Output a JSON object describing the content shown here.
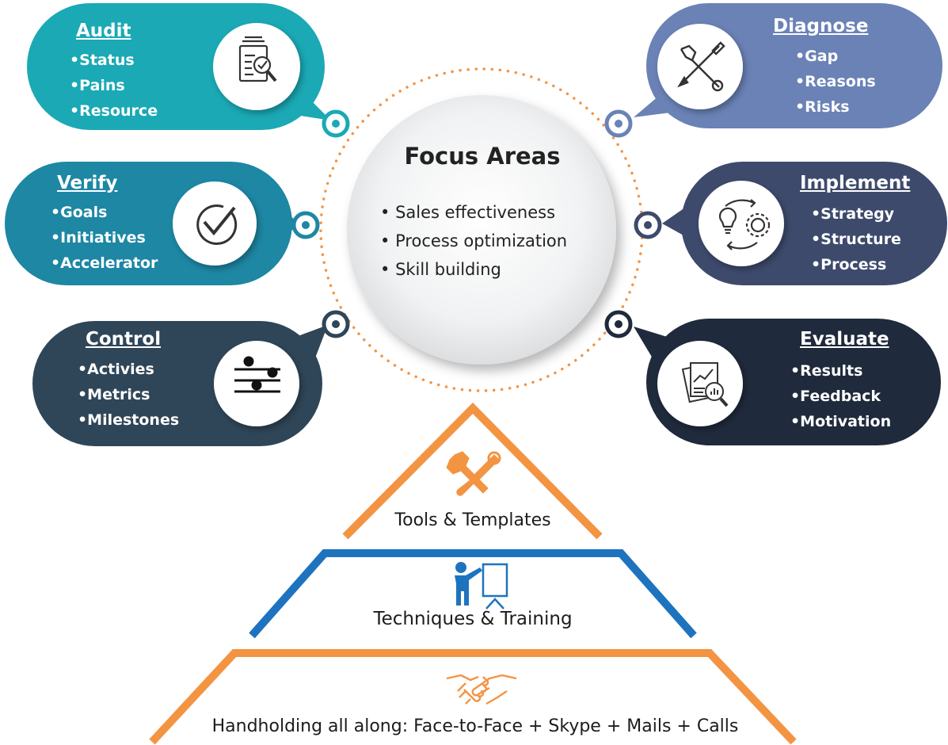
{
  "colors": {
    "audit": "#1aa9b5",
    "verify": "#1d87a4",
    "control": "#2f4658",
    "diagnose": "#6a82b6",
    "implement": "#3d4a6c",
    "evaluate": "#1f2a3c",
    "orange": "#f39443",
    "blue": "#1e73be"
  },
  "center": {
    "title": "Focus Areas",
    "items": [
      "Sales effectiveness",
      "Process optimization",
      "Skill building"
    ]
  },
  "blocks": {
    "audit": {
      "title": "Audit",
      "items": [
        "Status",
        "Pains",
        "Resource"
      ],
      "icon": "audit-document-magnifier-icon"
    },
    "verify": {
      "title": "Verify",
      "items": [
        "Goals",
        "Initiatives",
        "Accelerator"
      ],
      "icon": "checkmark-circle-icon"
    },
    "control": {
      "title": "Control",
      "items": [
        "Activies",
        "Metrics",
        "Milestones"
      ],
      "icon": "sliders-icon"
    },
    "diagnose": {
      "title": "Diagnose",
      "items": [
        "Gap",
        "Reasons",
        "Risks"
      ],
      "icon": "wrench-screwdriver-icon"
    },
    "implement": {
      "title": "Implement",
      "items": [
        "Strategy",
        "Structure",
        "Process"
      ],
      "icon": "bulb-gear-cycle-icon"
    },
    "evaluate": {
      "title": "Evaluate",
      "items": [
        "Results",
        "Feedback",
        "Motivation"
      ],
      "icon": "report-analysis-icon"
    }
  },
  "pyramid": {
    "tier1": {
      "label": "Tools & Templates",
      "icon": "tools-icon"
    },
    "tier2": {
      "label": "Techniques & Training",
      "icon": "presenter-icon"
    },
    "tier3": {
      "label": "Handholding all along: Face-to-Face + Skype + Mails + Calls",
      "icon": "handshake-icon"
    }
  }
}
